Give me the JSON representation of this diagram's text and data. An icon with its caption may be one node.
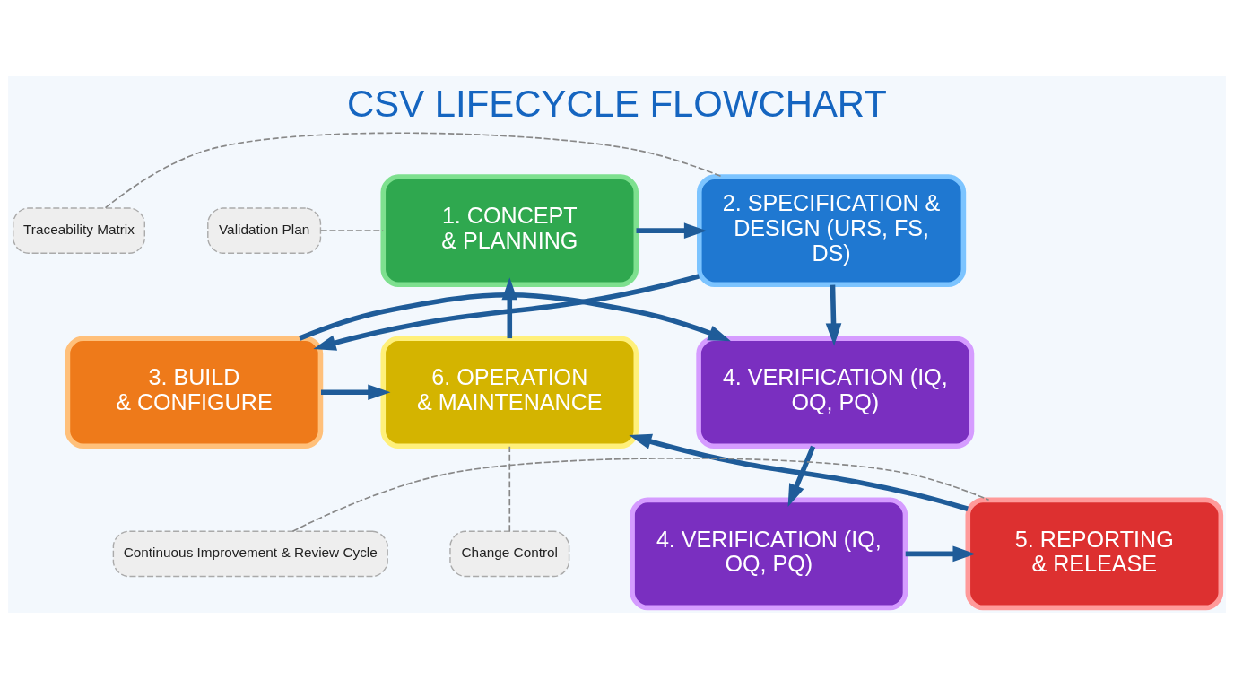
{
  "diagram": {
    "title": "CSV LIFECYCLE FLOWCHART",
    "nodes": [
      {
        "text": [
          "1. CONCEPT & PLANNING"
        ]
      },
      {
        "text": [
          "2. SPECIFICATION & DESIGN (URS, FS, DS)"
        ]
      },
      {
        "text": [
          "6. OPERATION & MAINTENANCE"
        ]
      },
      {
        "text": [
          "3. BUILD & CONFIGURE"
        ]
      },
      {
        "text": [
          "4. VERIFICATION (IQ, OQ, PQ)"
        ]
      },
      {
        "text": [
          "5. REPORTING & RELEASE"
        ]
      },
      {
        "text": [
          "4. VERIFICATION (IQ, OQ, PQ)"
        ]
      },
      {
        "text": [
          "Validation Plan"
        ]
      },
      {
        "text": [
          "Traceability Matrix"
        ]
      },
      {
        "text": [
          "Change Control"
        ]
      },
      {
        "text": [
          "Continuous Improvement & Review Cycle"
        ]
      }
    ],
    "edges": [
      {
        "from": 0,
        "to": 1,
        "arrow": "to"
      },
      {
        "from": 1,
        "to": 3,
        "arrow": "to"
      },
      {
        "from": 1,
        "to": 4,
        "arrow": "to"
      },
      {
        "from": 3,
        "to": 2,
        "arrow": "to"
      },
      {
        "from": 3,
        "to": 4,
        "arrow": "to"
      },
      {
        "from": 2,
        "to": 0,
        "arrow": "to"
      },
      {
        "from": 4,
        "to": 6,
        "arrow": "to"
      },
      {
        "from": 6,
        "to": 5,
        "arrow": "to"
      },
      {
        "from": 5,
        "to": 2,
        "arrow": "to"
      },
      {
        "from": 7,
        "to": 0,
        "arrow": "none",
        "style": "dashed",
        "color": "#888888"
      },
      {
        "from": 8,
        "to": 1,
        "arrow": "none",
        "style": "dashed",
        "color": "#888888"
      },
      {
        "from": 9,
        "to": 2,
        "arrow": "none",
        "style": "dashed",
        "color": "#888888"
      },
      {
        "from": 10,
        "to": 5,
        "arrow": "none",
        "style": "dashed",
        "color": "#888888"
      }
    ]
  }
}
